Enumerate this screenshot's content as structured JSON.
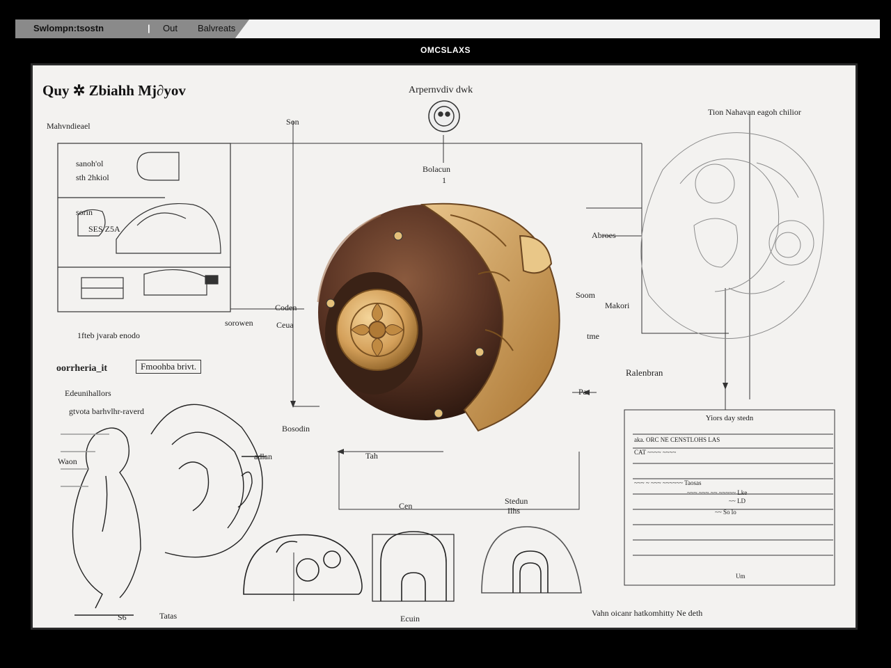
{
  "browser": {
    "tab_label": "Swlompn:tsostn",
    "tab_item_1": "Out",
    "tab_item_2": "Balvreats"
  },
  "window_title": "OMCSLAXS",
  "sheet": {
    "title": "Quy ✲ Zbiahh Mj∂yov",
    "labels": {
      "top_left": "Mahvndieael",
      "top_center": "Arpernvdiv dwk",
      "top_right": "Tion  Nahavan eagoh chilior",
      "son_top": "Son",
      "bolacun": "Bolacun",
      "bolacun_num": "1",
      "inset_a": "sanoh'ol",
      "inset_b": "sth 2hkiol",
      "inset_c": "sorin",
      "inset_d": "SES Z5A",
      "coden": "Coden",
      "sorowen": "sorowen",
      "ceua": "Ceua",
      "jvarab": "1fteb jvarab enodo",
      "gotheria": "oorrheria_it",
      "boxed": "Fmoohba brivt.",
      "edeunihallors": "Edeunihallors",
      "gtvota": "gtvota barhvlhr-raverd",
      "waon": "Waon",
      "adlan": "adlan",
      "bosodin": "Bosodin",
      "tah": "Tah",
      "cen": "Cen",
      "stedun": "Stedun",
      "ilhs": "Ilhs",
      "ecuin": "Ecuin",
      "tatas": "Tatas",
      "s6": "S6",
      "soom": "Soom",
      "makori": "Makori",
      "tme": "tme",
      "abroes": "Abroes",
      "pa": "Pa",
      "ralenbran": "Ralenbran",
      "bottom_right": "Vahn  oicanr  hatkomhitty  Ne  deth"
    },
    "spec_table": {
      "title": "Yiors day stedn",
      "rows": [
        "aka.  ORC NE CENSTLOHS LAS",
        "CAT  ~~~~ ~~~~",
        "",
        "~~~  ~  ~~~  ~~~~~~    Taosas",
        "~~~ ~~~ ~~  ~~~~~  Lke",
        "~~  LD",
        "~~  So  lo"
      ],
      "footer": "Um"
    }
  },
  "colors": {
    "shell_dark": "#4a2e1e",
    "shell_mid": "#6b4230",
    "gold": "#d8a65c",
    "gold_light": "#f0cf8d",
    "gold_dark": "#9a6a2c"
  }
}
